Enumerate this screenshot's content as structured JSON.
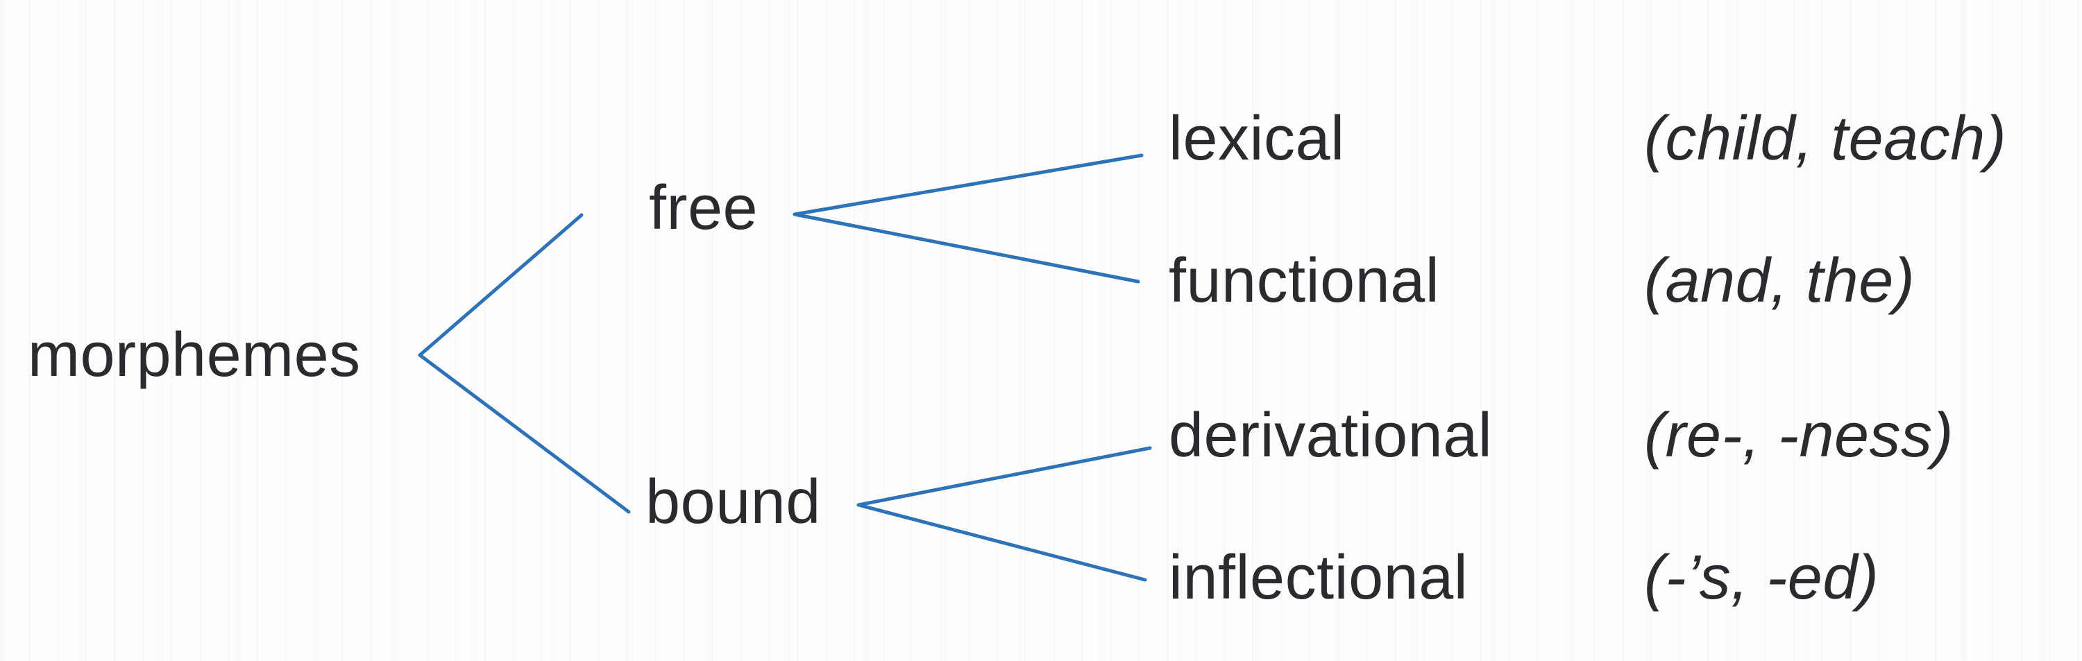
{
  "diagram": {
    "title_hint": "classification of morphemes",
    "root": {
      "label": "morphemes"
    },
    "branches": [
      {
        "label": "free",
        "children": [
          {
            "label": "lexical",
            "examples": "(child, teach)"
          },
          {
            "label": "functional",
            "examples": "(and, the)"
          }
        ]
      },
      {
        "label": "bound",
        "children": [
          {
            "label": "derivational",
            "examples": "(re-, -ness)"
          },
          {
            "label": "inflectional",
            "examples": "(-’s, -ed)"
          }
        ]
      }
    ],
    "colors": {
      "line": "#2e73b8",
      "text": "#2b2a2f",
      "background": "#fdfdfd"
    }
  }
}
